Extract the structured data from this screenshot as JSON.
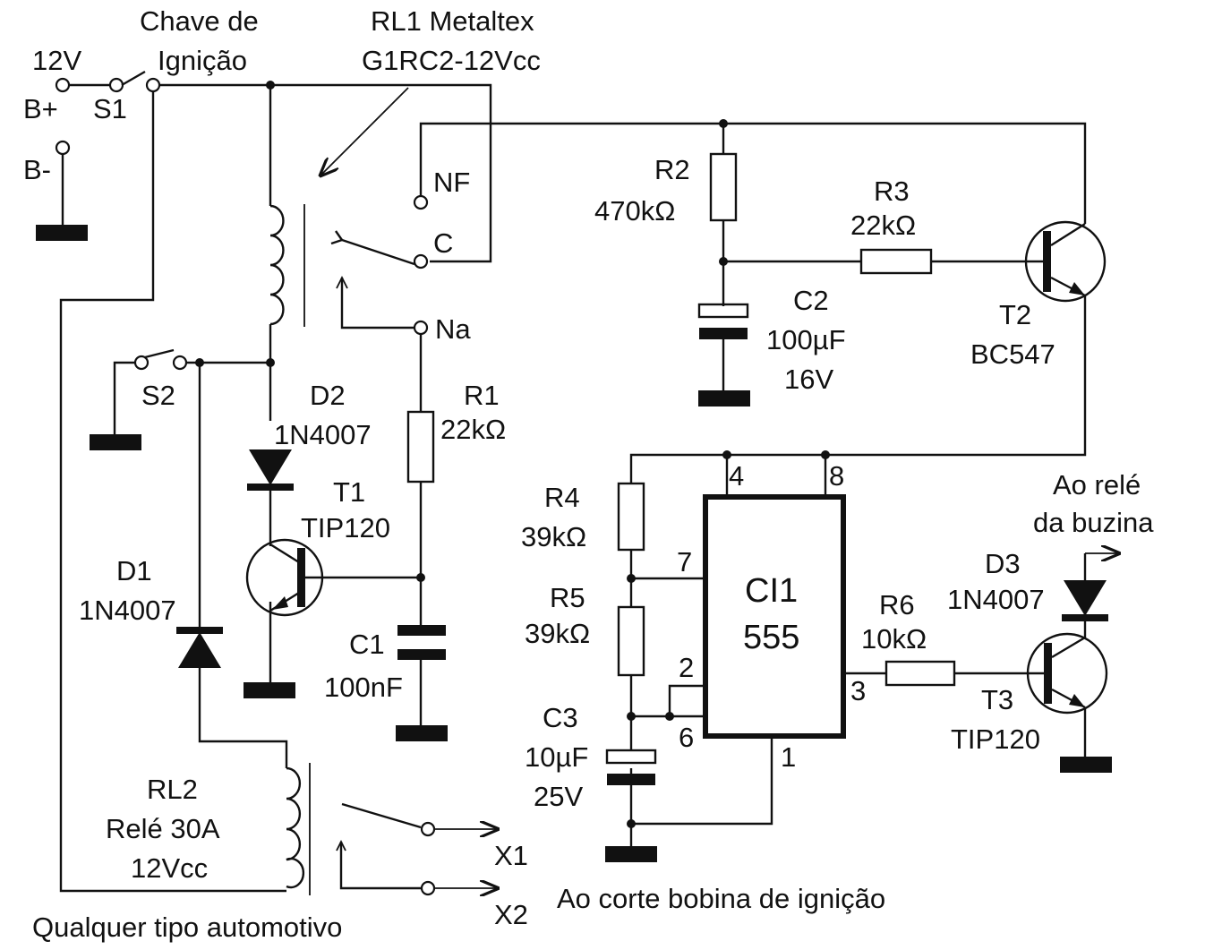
{
  "labels": {
    "v12": "12V",
    "bplus": "B+",
    "bminus": "B-",
    "s1": "S1",
    "key_l1": "Chave de",
    "key_l2": "Ignição",
    "rl1_l1": "RL1 Metaltex",
    "rl1_l2": "G1RC2-12Vcc",
    "nf": "NF",
    "c": "C",
    "na": "Na",
    "r2_name": "R2",
    "r2_val": "470kΩ",
    "r3_name": "R3",
    "r3_val": "22kΩ",
    "c2_name": "C2",
    "c2_val": "100µF",
    "c2_volt": "16V",
    "t2_name": "T2",
    "t2_part": "BC547",
    "s2": "S2",
    "d2_name": "D2",
    "d2_part": "1N4007",
    "r1_name": "R1",
    "r1_val": "22kΩ",
    "t1_name": "T1",
    "t1_part": "TIP120",
    "d1_name": "D1",
    "d1_part": "1N4007",
    "c1_name": "C1",
    "c1_val": "100nF",
    "r4_name": "R4",
    "r4_val": "39kΩ",
    "r5_name": "R5",
    "r5_val": "39kΩ",
    "c3_name": "C3",
    "c3_val": "10µF",
    "c3_volt": "25V",
    "ic_name": "CI1",
    "ic_part": "555",
    "pin4": "4",
    "pin8": "8",
    "pin7": "7",
    "pin2": "2",
    "pin6": "6",
    "pin3": "3",
    "pin1": "1",
    "r6_name": "R6",
    "r6_val": "10kΩ",
    "horn_l1": "Ao relé",
    "horn_l2": "da buzina",
    "d3_name": "D3",
    "d3_part": "1N4007",
    "t3_name": "T3",
    "t3_part": "TIP120",
    "rl2_name": "RL2",
    "rl2_type": "Relé 30A",
    "rl2_volt": "12Vcc",
    "x1": "X1",
    "x2": "X2",
    "coil_cut": "Ao corte bobina de ignição",
    "any_auto": "Qualquer tipo automotivo"
  }
}
